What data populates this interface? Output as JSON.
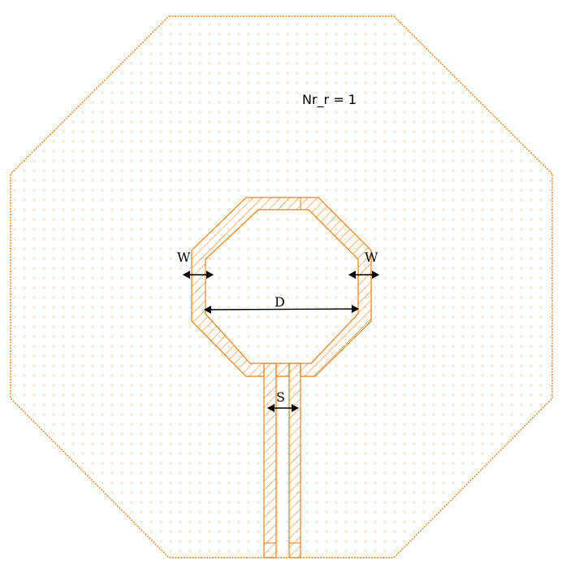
{
  "annotation": "Nr_r = 1",
  "labels": {
    "width_left": "W",
    "width_right": "W",
    "diameter": "D",
    "spacing": "S"
  },
  "colors": {
    "outline": "#f07f12",
    "hatch": "#f07f12",
    "dots": "#f5b27a",
    "arrow": "#000000",
    "background": "#ffffff"
  }
}
